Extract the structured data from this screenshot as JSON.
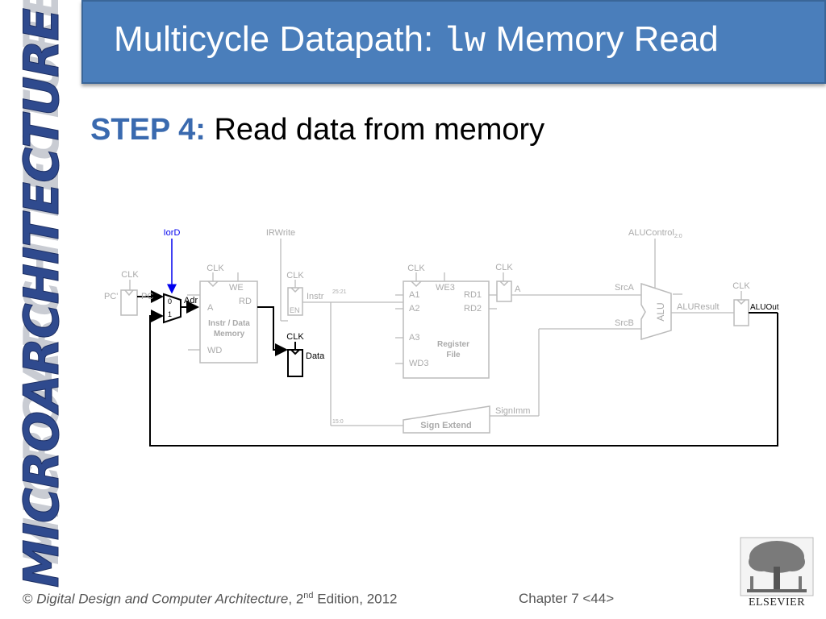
{
  "side_logo": "MICROARCHITECTURE",
  "title": {
    "prefix": "Multicycle Datapath: ",
    "code": "lw",
    "suffix": " Memory Read"
  },
  "step": {
    "label": "STEP 4:",
    "text": " Read data from memory"
  },
  "diagram": {
    "signals": {
      "iord": "IorD",
      "irwrite": "IRWrite",
      "alucontrol": "ALUControl",
      "alucontrol_sub": "2:0"
    },
    "pc_reg": {
      "clk": "CLK",
      "in": "PC'",
      "out": "PC"
    },
    "mux": {
      "in0": "0",
      "in1": "1",
      "out": "Adr"
    },
    "memory": {
      "clk": "CLK",
      "we": "WE",
      "a": "A",
      "rd": "RD",
      "wd": "WD",
      "name_line1": "Instr / Data",
      "name_line2": "Memory"
    },
    "instr_reg": {
      "clk": "CLK",
      "en": "EN",
      "out": "Instr"
    },
    "data_reg": {
      "clk": "CLK",
      "out": "Data"
    },
    "bits": {
      "b25_21": "25:21",
      "b15_0": "15:0"
    },
    "regfile": {
      "clk": "CLK",
      "we3": "WE3",
      "a1": "A1",
      "a2": "A2",
      "a3": "A3",
      "wd3": "WD3",
      "rd1": "RD1",
      "rd2": "RD2",
      "name_line1": "Register",
      "name_line2": "File"
    },
    "a_reg": {
      "clk": "CLK",
      "out": "A"
    },
    "alu": {
      "name": "ALU",
      "srca": "SrcA",
      "srcb": "SrcB",
      "result": "ALUResult"
    },
    "aluout_reg": {
      "clk": "CLK",
      "out": "ALUOut"
    },
    "sign_extend": {
      "name": "Sign Extend",
      "out": "SignImm"
    }
  },
  "footer": {
    "copyright": "© ",
    "book": "Digital Design and Computer Architecture",
    "edition_pre": ", 2",
    "edition_sup": "nd",
    "edition_post": " Edition, 2012",
    "chapter": "Chapter 7 <44>"
  },
  "publisher": {
    "name": "ELSEVIER"
  },
  "colors": {
    "title_bar": "#4a7ebb",
    "step_label": "#3a6aaf",
    "active": "#000000",
    "inactive": "#b8b8b8",
    "control": "#0000ee"
  }
}
